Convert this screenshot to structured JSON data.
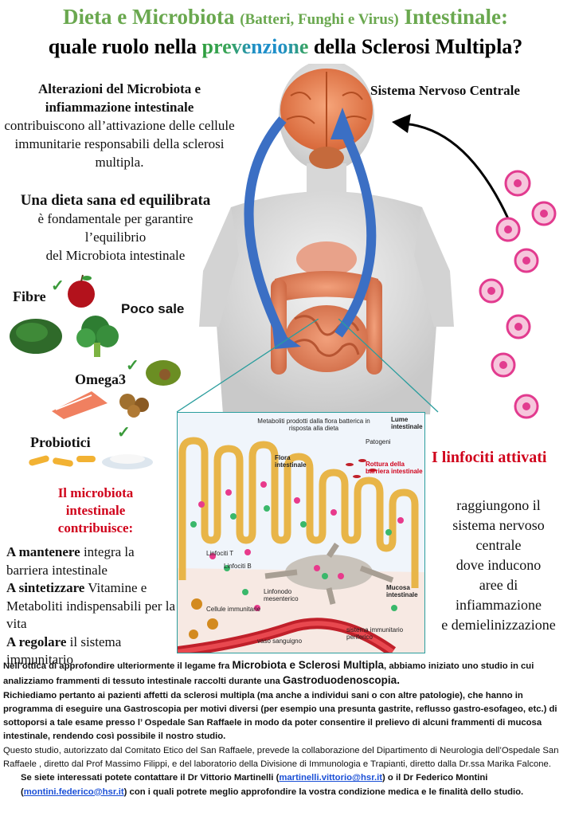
{
  "title": {
    "part1": "Dieta e Microbiota ",
    "part_small": "(Batteri, Funghi e Virus)",
    "part2": " Intestinale:",
    "line2_a": "quale ruolo nella ",
    "line2_highlight": "prevenzione",
    "line2_b": " della Sclerosi Multipla?"
  },
  "left_intro": {
    "bold": "Alterazioni del Microbiota e infiammazione intestinale",
    "text": "contribuiscono all’attivazione delle cellule immunitarie responsabili della sclerosi multipla."
  },
  "diet": {
    "bold": "Una dieta sana ed equilibrata",
    "text1": "è fondamentale per garantire",
    "text2": "l’equilibrio",
    "text3": "del Microbiota intestinale"
  },
  "cns_label": "Sistema Nervoso Centrale",
  "foods": {
    "fibre": "Fibre",
    "poco_sale": "Poco sale",
    "omega3": "Omega3",
    "probiotici": "Probiotici"
  },
  "microbiota_box": {
    "heading1": "Il microbiota",
    "heading2": "intestinale",
    "heading3": "contribuisce:",
    "item1_bold": "A mantenere",
    "item1_text": " integra la barriera intestinale",
    "item2_bold": "A sintetizzare",
    "item2_text": " Vitamine e Metaboliti indispensabili per la vita",
    "item3_bold": "A regolare",
    "item3_text": " il sistema immunitario"
  },
  "linfociti": {
    "heading": "I linfociti attivati",
    "lines": [
      "raggiungono il",
      "sistema nervoso",
      "centrale",
      "dove inducono",
      "aree di",
      "infiammazione",
      "e demielinizzazione"
    ]
  },
  "diagram": {
    "metaboliti": "Metaboliti prodotti dalla flora batterica in risposta alla dieta",
    "lume": "Lume intestinale",
    "patogeni": "Patogeni",
    "flora": "Flora intestinale",
    "rottura": "Rottura della barriera intestinale",
    "linfociti_t": "Linfociti T",
    "linfociti_b": "Linfociti B",
    "linfonodo": "Linfonodo mesenterico",
    "mucosa": "Mucosa intestinale",
    "cellule": "Cellule immunitarie",
    "sistema_periferico": "sistema immunitario periferico",
    "vaso": "vaso sanguigno"
  },
  "study": {
    "p1_a": "Nell’ottica di approfondire ulteriormente il legame fra ",
    "p1_big": "Microbiota e Sclerosi Multipla",
    "p1_b": ", abbiamo iniziato uno studio in cui analizziamo frammenti di tessuto intestinale raccolti durante una ",
    "p1_big2": "Gastroduodenoscopia.",
    "p2": "Richiediamo pertanto ai pazienti affetti da sclerosi multipla (ma anche a individui sani o con altre patologie), che hanno in programma di eseguire una Gastroscopia per motivi diversi (per esempio una presunta gastrite, reflusso gastro-esofageo, etc.) di sottoporsi a tale esame presso l’ Ospedale San Raffaele in modo da poter consentire il prelievo di alcuni frammenti di mucosa intestinale, rendendo così possibile il nostro studio.",
    "p3": "Questo studio, autorizzato dal Comitato Etico del San Raffaele, prevede la collaborazione del Dipartimento di Neurologia dell’Ospedale San Raffaele , diretto dal Prof Massimo Filippi, e del laboratorio della Divisione di Immunologia e Trapianti, diretto dalla Dr.ssa Marika Falcone.",
    "p4_a": "Se siete interessati potete contattare il Dr Vittorio Martinelli (",
    "email1": "martinelli.vittorio@hsr.it",
    "p4_b": ") o il Dr Federico Montini (",
    "email2": "montini.federico@hsr.it",
    "p4_c": ") con i quali potrete meglio approfondire la vostra condizione medica e le finalità dello studio."
  },
  "colors": {
    "title_green": "#6aa84f",
    "red": "#d0021b",
    "arrow_blue": "#3b6fc4",
    "link_blue": "#1a4fd6",
    "cell_pink": "#e23b8f"
  }
}
